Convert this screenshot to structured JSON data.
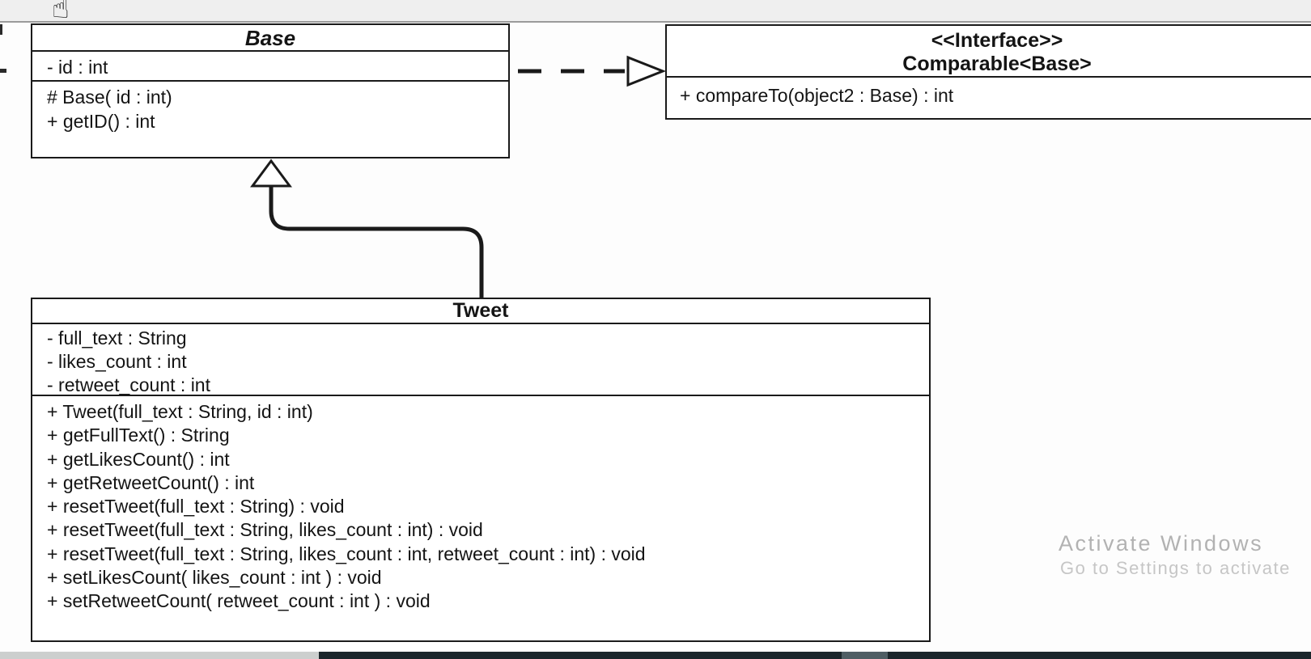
{
  "diagram": {
    "base_class": {
      "title": "Base",
      "attributes": [
        "- id : int"
      ],
      "methods": [
        "# Base( id : int)",
        "+ getID() : int"
      ]
    },
    "interface": {
      "stereotype": "<<Interface>>",
      "title": "Comparable<Base>",
      "methods": [
        "+ compareTo(object2 : Base) : int"
      ]
    },
    "tweet_class": {
      "title": "Tweet",
      "attributes": [
        "- full_text : String",
        "- likes_count : int",
        "- retweet_count : int"
      ],
      "methods": [
        "+ Tweet(full_text : String, id : int)",
        "+ getFullText() : String",
        "+ getLikesCount() : int",
        "+ getRetweetCount() : int",
        "+ resetTweet(full_text : String) : void",
        "+ resetTweet(full_text : String, likes_count : int) : void",
        "+ resetTweet(full_text : String, likes_count : int, retweet_count : int) : void",
        "+ setLikesCount( likes_count : int ) : void",
        "+ setRetweetCount( retweet_count : int ) : void"
      ]
    },
    "relationships": [
      {
        "type": "realization",
        "from": "Base",
        "to": "Comparable<Base>",
        "style": "dashed-line-hollow-triangle"
      },
      {
        "type": "generalization",
        "from": "Tweet",
        "to": "Base",
        "style": "solid-elbow-hollow-triangle"
      }
    ]
  },
  "cursor": {
    "icon": "hand-pointer",
    "glyph": "☝"
  },
  "watermark": {
    "line1": "Activate Windows",
    "line2": "Go to Settings to activate"
  },
  "colors": {
    "line": "#1a1a1a",
    "top_strip": "#efefef",
    "top_strip_border": "#9b9b9b",
    "watermark_line1": "#b2b2b2",
    "watermark_line2": "#c6c6c6",
    "bottom_bar_gray": "#cccfce",
    "bottom_bar_dark": "#1b262b",
    "bottom_bar_thumb": "#4f5e64"
  }
}
